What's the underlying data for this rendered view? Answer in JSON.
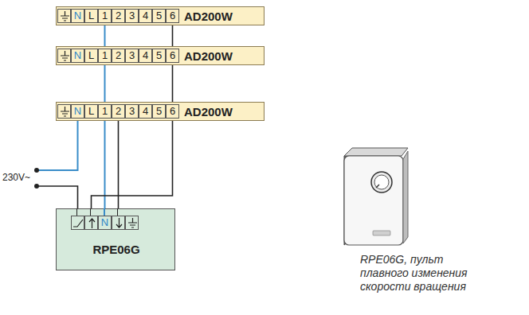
{
  "diagram": {
    "caption": "RPE06G, пульт плавного изменения скорости вращения",
    "nodes": [
      {
        "text": [
          "AD200W"
        ]
      },
      {
        "text": [
          "AD200W"
        ]
      },
      {
        "text": [
          "AD200W"
        ]
      },
      {
        "text": [
          "RPE06G"
        ]
      }
    ],
    "edges": [
      {
        "from": 0,
        "to": 1,
        "arrow": "none"
      },
      {
        "from": 0,
        "to": 1,
        "arrow": "none"
      },
      {
        "from": 1,
        "to": 2,
        "arrow": "none"
      },
      {
        "from": 1,
        "to": 2,
        "arrow": "none"
      },
      {
        "from": 2,
        "to": 3,
        "arrow": "none"
      },
      {
        "from": 2,
        "to": 3,
        "arrow": "none"
      },
      {
        "from": 2,
        "to": 3,
        "arrow": "none"
      }
    ],
    "labels": [
      "N",
      "L",
      "1",
      "2",
      "3",
      "4",
      "5",
      "6",
      "N",
      "L",
      "1",
      "2",
      "3",
      "4",
      "5",
      "6",
      "N",
      "L",
      "1",
      "2",
      "3",
      "4",
      "5",
      "6",
      "230V~",
      "N"
    ]
  }
}
